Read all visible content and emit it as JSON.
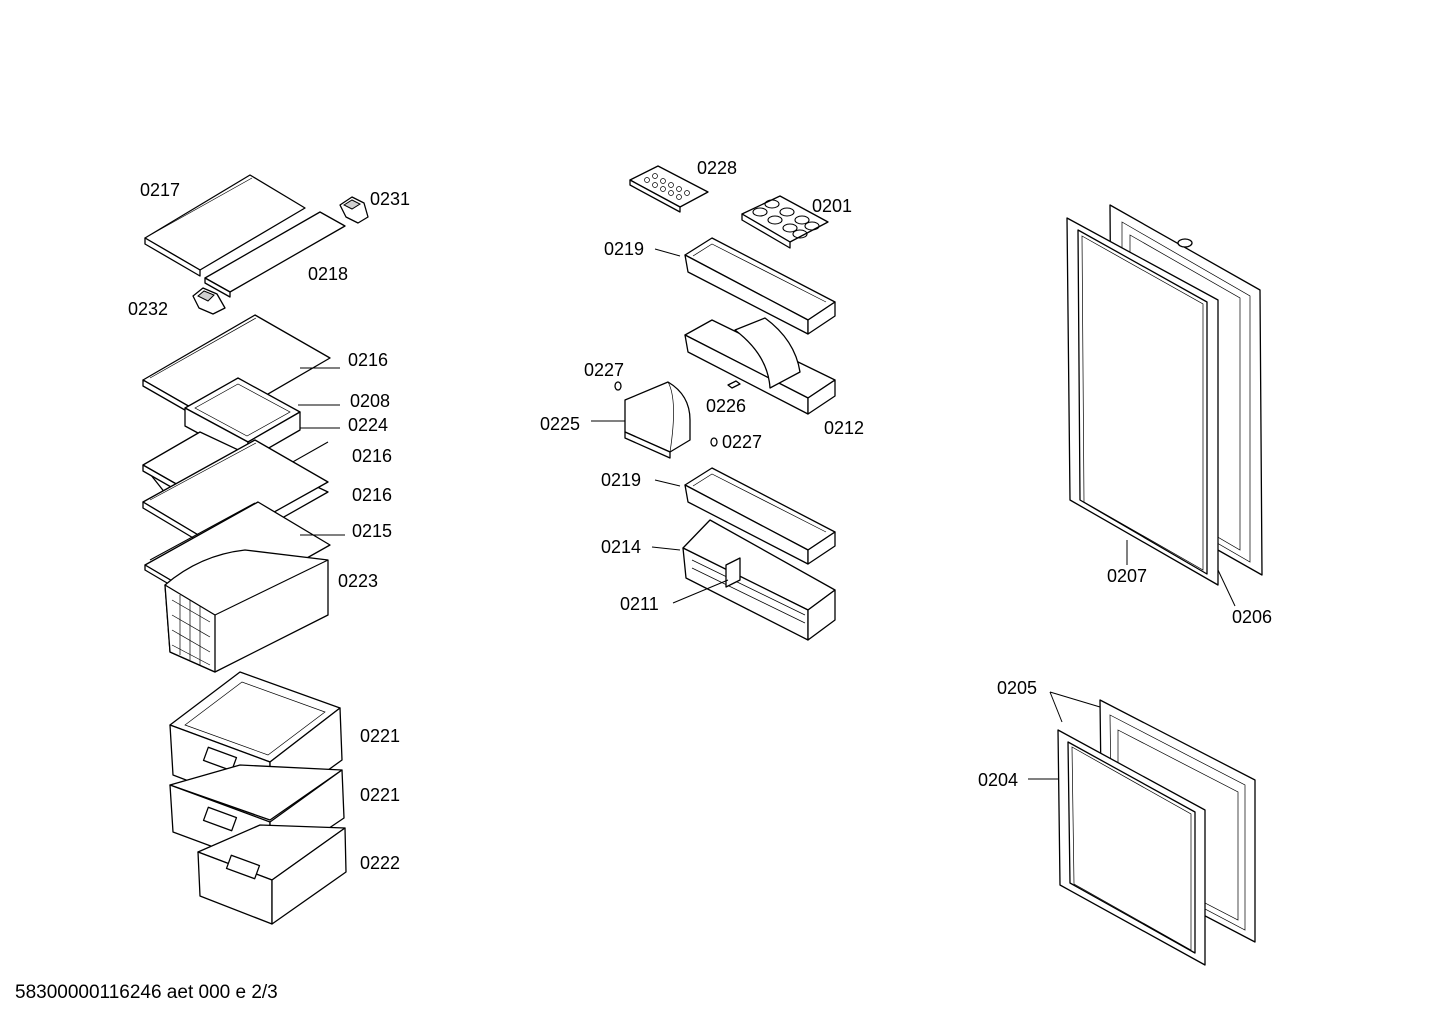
{
  "document_code": "58300000116246 aet 000 e 2/3",
  "labels": {
    "p0217": "0217",
    "p0231": "0231",
    "p0218": "0218",
    "p0232": "0232",
    "p0216a": "0216",
    "p0208": "0208",
    "p0224": "0224",
    "p0216b": "0216",
    "p0216c": "0216",
    "p0215": "0215",
    "p0223": "0223",
    "p0221a": "0221",
    "p0221b": "0221",
    "p0222": "0222",
    "p0228": "0228",
    "p0201": "0201",
    "p0219a": "0219",
    "p0227a": "0227",
    "p0226": "0226",
    "p0225": "0225",
    "p0227b": "0227",
    "p0212": "0212",
    "p0219b": "0219",
    "p0214": "0214",
    "p0211": "0211",
    "p0207": "0207",
    "p0206": "0206",
    "p0205": "0205",
    "p0204": "0204"
  }
}
